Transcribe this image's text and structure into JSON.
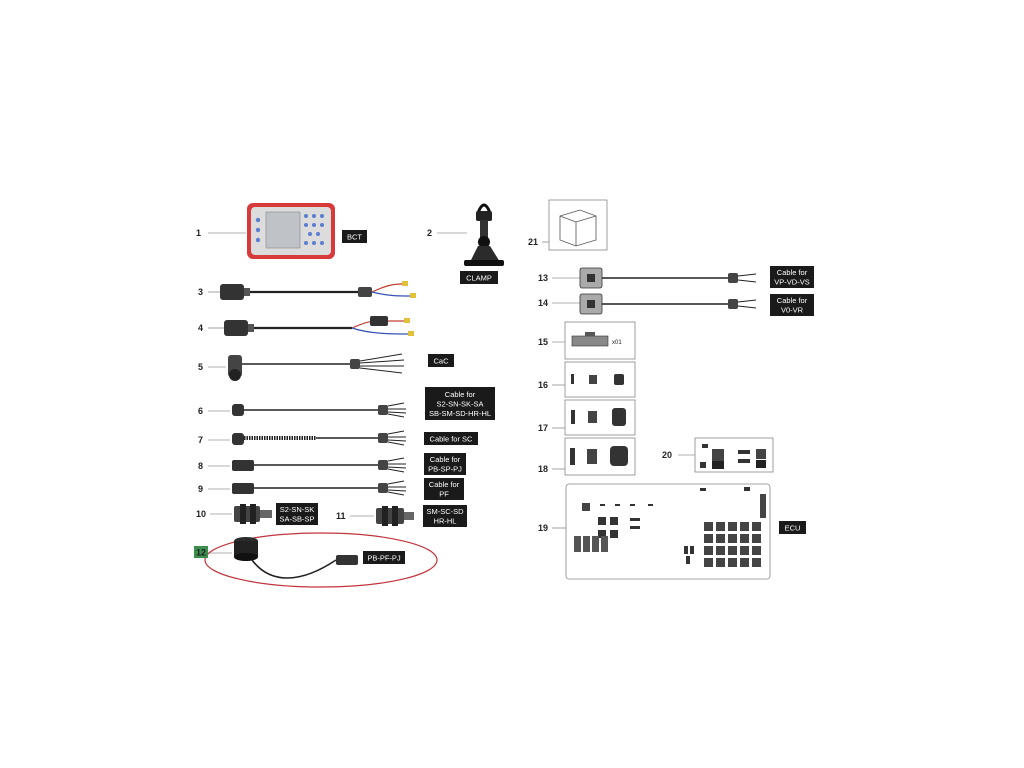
{
  "parts": [
    {
      "id": "1",
      "label": [
        "BCT"
      ]
    },
    {
      "id": "2",
      "label": [
        "CLAMP"
      ]
    },
    {
      "id": "3",
      "label": []
    },
    {
      "id": "4",
      "label": []
    },
    {
      "id": "5",
      "label": [
        "CaC"
      ]
    },
    {
      "id": "6",
      "label": [
        "Cable for",
        "S2-SN-SK-SA",
        "SB-SM-SD-HR-HL"
      ]
    },
    {
      "id": "7",
      "label": [
        "Cable for SC"
      ]
    },
    {
      "id": "8",
      "label": [
        "Cable for",
        "PB-SP-PJ"
      ]
    },
    {
      "id": "9",
      "label": [
        "Cable for",
        "PF"
      ]
    },
    {
      "id": "10",
      "label": [
        "S2-SN-SK",
        "SA-SB-SP"
      ]
    },
    {
      "id": "11",
      "label": [
        "SM-SC-SD",
        "HR-HL"
      ]
    },
    {
      "id": "12",
      "label": [
        "PB-PF-PJ"
      ]
    },
    {
      "id": "13",
      "label": [
        "Cable for",
        "VP-VD-VS"
      ]
    },
    {
      "id": "14",
      "label": [
        "Cable for",
        "V0-VR"
      ]
    },
    {
      "id": "15",
      "label": [
        "x01"
      ]
    },
    {
      "id": "16",
      "label": []
    },
    {
      "id": "17",
      "label": []
    },
    {
      "id": "18",
      "label": []
    },
    {
      "id": "19",
      "label": [
        "ECU"
      ]
    },
    {
      "id": "20",
      "label": []
    },
    {
      "id": "21",
      "label": []
    }
  ],
  "highlight": {
    "part": "12",
    "badge_color": "#3d8f4e",
    "ellipse_color": "#c0343c"
  },
  "colors": {
    "device_frame": "#d63a3a",
    "device_body": "#dcdcdc",
    "screen": "#bfc3c7",
    "keys": "#5a7fd0",
    "cable": "#222222",
    "label_bg": "#1a1a1a"
  }
}
